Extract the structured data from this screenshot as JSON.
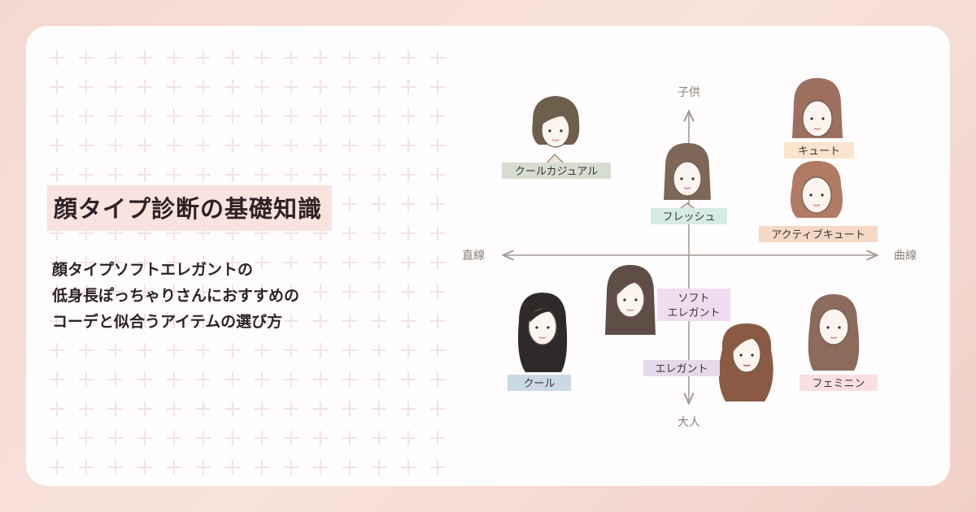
{
  "title": "顔タイプ診断の基礎知識",
  "subtitle_lines": [
    "顔タイプソフトエレガントの",
    "低身長ぽっちゃりさんにおすすめの",
    "コーデと似合うアイテムの選び方"
  ],
  "axes": {
    "top": "子供",
    "bottom": "大人",
    "left": "直線",
    "right": "曲線"
  },
  "types": {
    "cool_casual": "クールカジュアル",
    "cute": "キュート",
    "fresh": "フレッシュ",
    "active_cute": "アクティブキュート",
    "soft_elegant_1": "ソフト",
    "soft_elegant_2": "エレガント",
    "cool": "クール",
    "elegant": "エレガント",
    "feminine": "フェミニン"
  },
  "colors": {
    "cool_casual": "#d6dccf",
    "cute": "#fbe3cd",
    "fresh": "#d6ebe6",
    "active_cute": "#f6d8c6",
    "soft_elegant": "#f1dcef",
    "cool": "#cbd9e5",
    "elegant": "#e5d9ea",
    "feminine": "#f9dfe3"
  }
}
